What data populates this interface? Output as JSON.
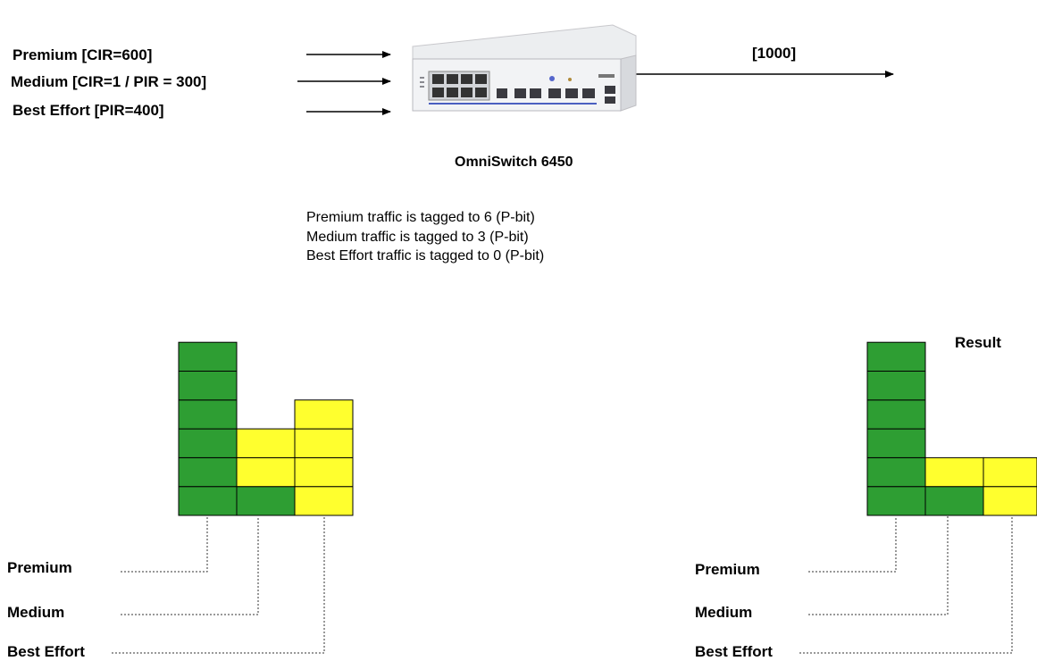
{
  "inputs": [
    {
      "label": "Premium [CIR=600]"
    },
    {
      "label": "Medium [CIR=1 / PIR  = 300]"
    },
    {
      "label": "Best Effort [PIR=400]"
    }
  ],
  "output": {
    "label": "[1000]"
  },
  "device": {
    "name": "OmniSwitch 6450"
  },
  "notes": [
    "Premium traffic is tagged to 6 (P-bit)",
    "Medium traffic is tagged to 3 (P-bit)",
    "Best Effort traffic is tagged to 0 (P-bit)"
  ],
  "colors": {
    "green": "#2e9e33",
    "yellow": "#ffff2e",
    "outline": "#000000"
  },
  "left_stack": {
    "legend": [
      "Premium",
      "Medium",
      "Best Effort"
    ],
    "columns": [
      {
        "blocks": [
          "green",
          "green",
          "green",
          "green",
          "green",
          "green"
        ]
      },
      {
        "blocks": [
          "green",
          "yellow",
          "yellow"
        ]
      },
      {
        "blocks": [
          "yellow",
          "yellow",
          "yellow",
          "yellow"
        ]
      }
    ]
  },
  "right_stack": {
    "title": "Result",
    "legend": [
      "Premium",
      "Medium",
      "Best Effort"
    ],
    "columns": [
      {
        "blocks": [
          "green",
          "green",
          "green",
          "green",
          "green",
          "green"
        ]
      },
      {
        "blocks": [
          "green",
          "yellow"
        ]
      },
      {
        "blocks": [
          "yellow",
          "yellow"
        ]
      }
    ]
  }
}
